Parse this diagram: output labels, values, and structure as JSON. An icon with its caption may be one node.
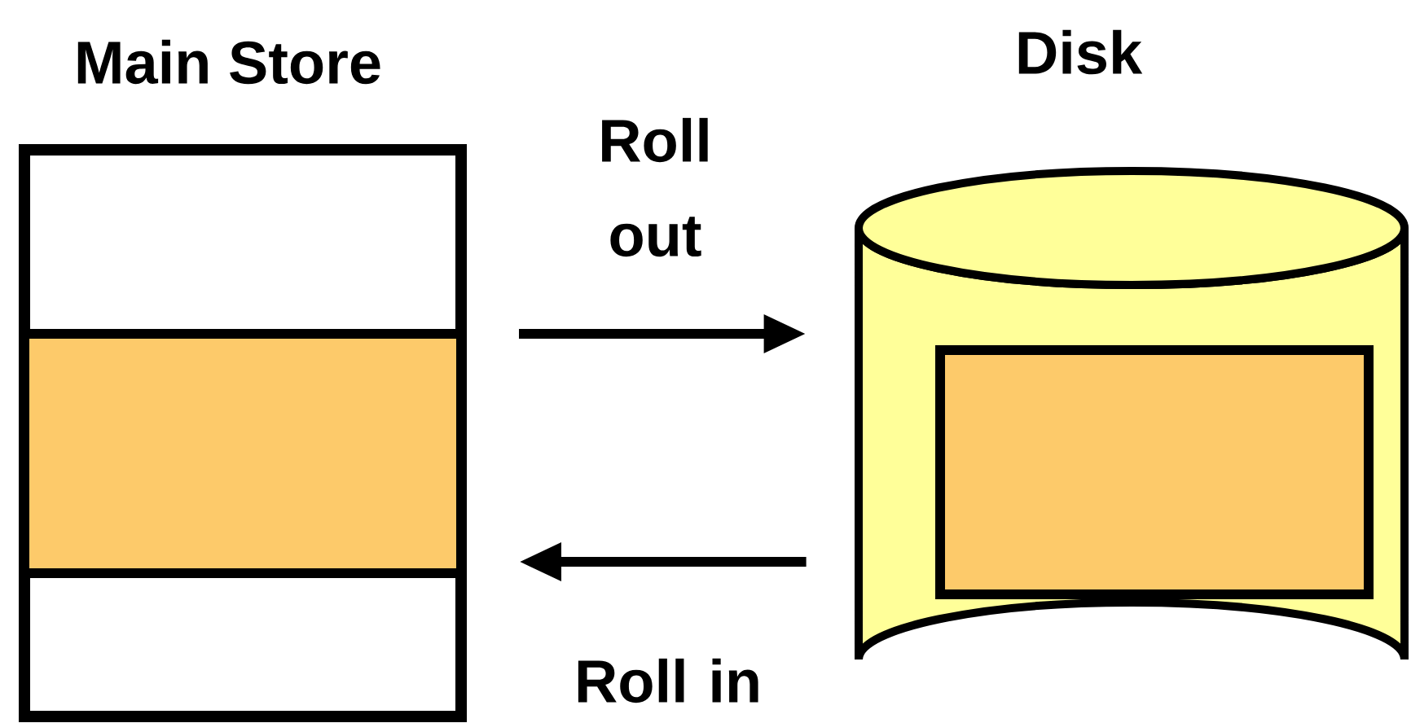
{
  "diagram": {
    "nodes": [
      {
        "text": [
          "Main Store"
        ]
      },
      {
        "text": [],
        "shape": "box",
        "in": 0
      },
      {
        "text": [
          "Disk"
        ]
      },
      {
        "text": [],
        "shape": "box",
        "in": 2
      }
    ],
    "edges": [
      {
        "from": 0,
        "to": 2,
        "arrow": "to",
        "label": "Roll out"
      },
      {
        "from": 2,
        "to": 0,
        "arrow": "to",
        "label": "Roll in"
      }
    ]
  }
}
